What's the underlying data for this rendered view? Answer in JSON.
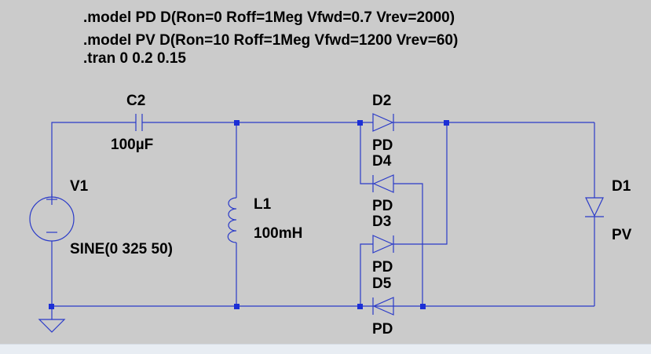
{
  "directives": [
    ".model PD D(Ron=0 Roff=1Meg Vfwd=0.7 Vrev=2000)",
    ".model PV D(Ron=10 Roff=1Meg Vfwd=1200 Vrev=60)",
    ".tran 0 0.2 0.15"
  ],
  "components": {
    "C2": {
      "name": "C2",
      "value": "100µF"
    },
    "V1": {
      "name": "V1",
      "value": "SINE(0 325 50)"
    },
    "L1": {
      "name": "L1",
      "value": "100mH"
    },
    "D1": {
      "name": "D1",
      "value": "PV"
    },
    "D2": {
      "name": "D2",
      "value": "PD"
    },
    "D3": {
      "name": "D3",
      "value": "PD"
    },
    "D4": {
      "name": "D4",
      "value": "PD"
    },
    "D5": {
      "name": "D5",
      "value": "PD"
    }
  },
  "colors": {
    "background": "#cbcbcb",
    "wire": "#2b3bc8",
    "junction": "#1c2fd6",
    "text": "#000000"
  }
}
